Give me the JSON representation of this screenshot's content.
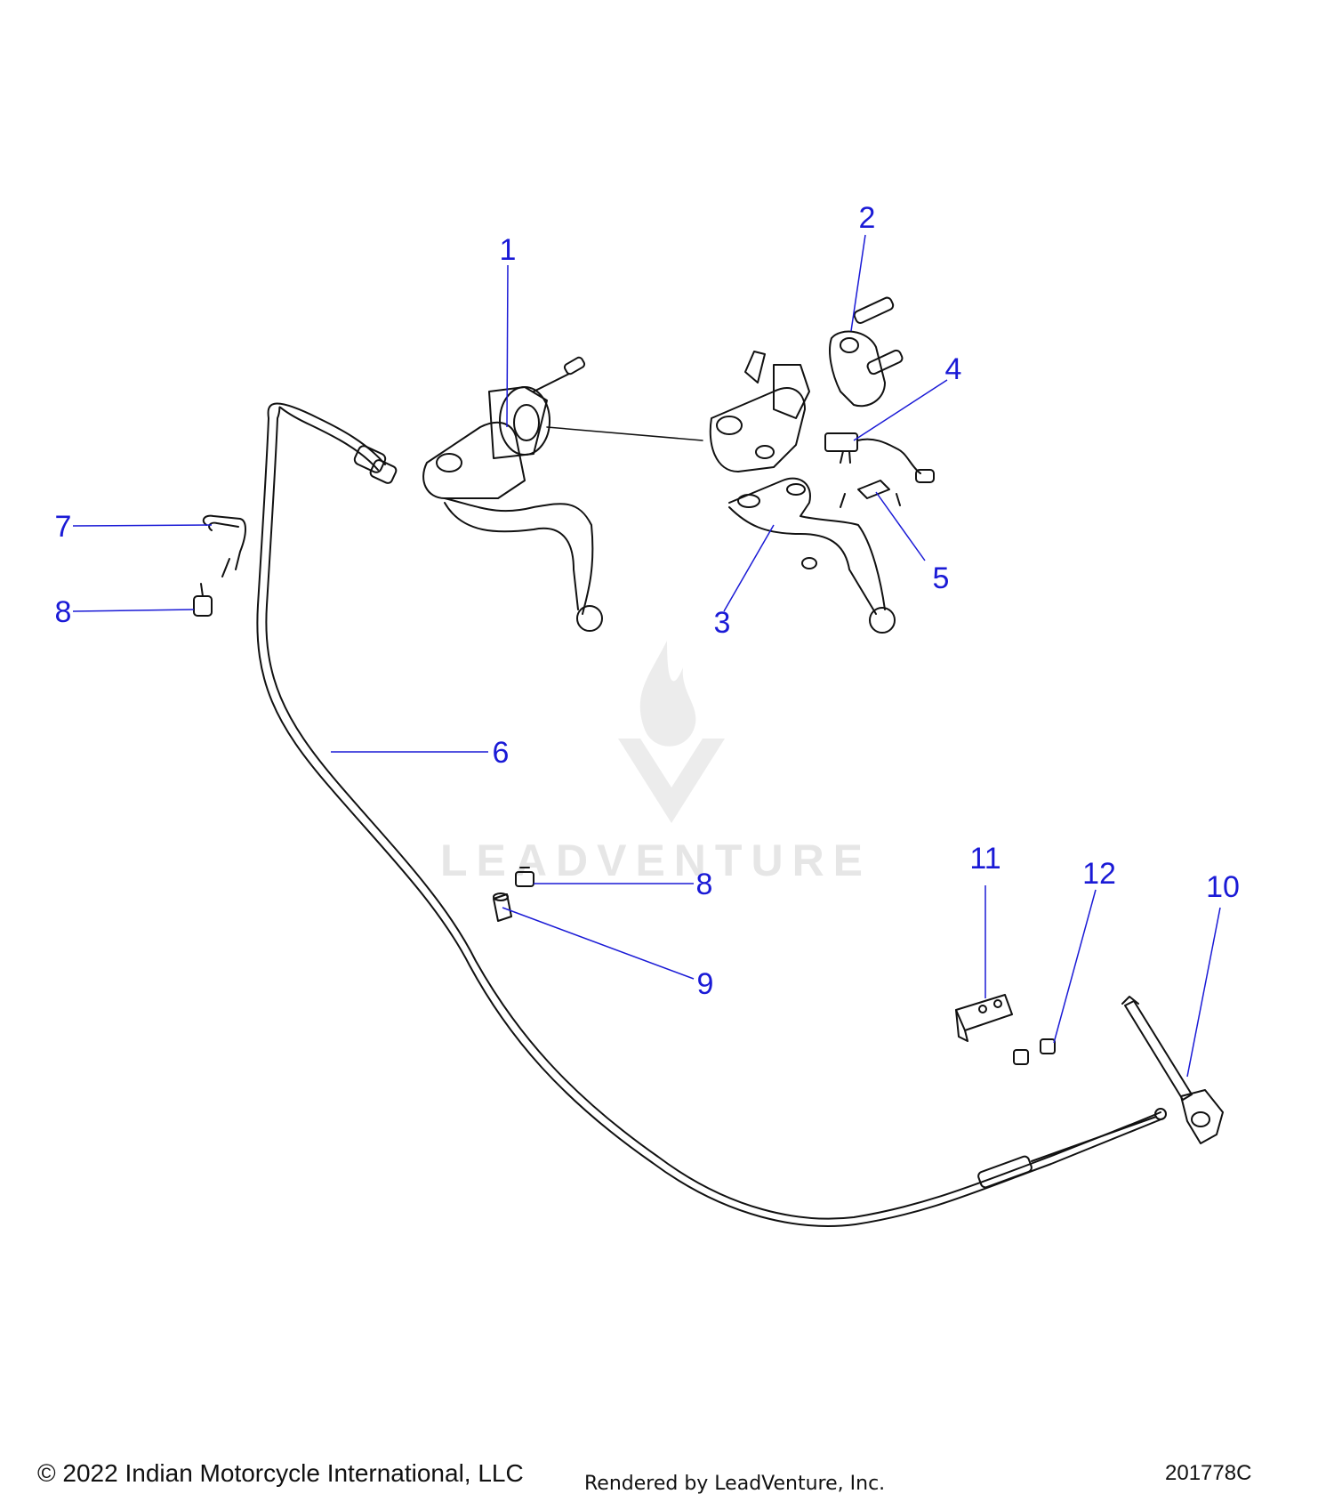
{
  "callouts": {
    "c1": "1",
    "c2": "2",
    "c3": "3",
    "c4": "4",
    "c5": "5",
    "c6": "6",
    "c7": "7",
    "c8a": "8",
    "c8b": "8",
    "c9": "9",
    "c10": "10",
    "c11": "11",
    "c12": "12"
  },
  "watermark": {
    "text": "LEADVENTURE",
    "logo": "leadventure-flame-logo"
  },
  "footer": {
    "copyright": "© 2022 Indian Motorcycle International, LLC",
    "rendered_by": "Rendered by LeadVenture, Inc.",
    "diagram_code": "201778C"
  },
  "colors": {
    "callout": "#1a1ad6",
    "line_art": "#111111",
    "watermark": "#e6e6e6"
  }
}
